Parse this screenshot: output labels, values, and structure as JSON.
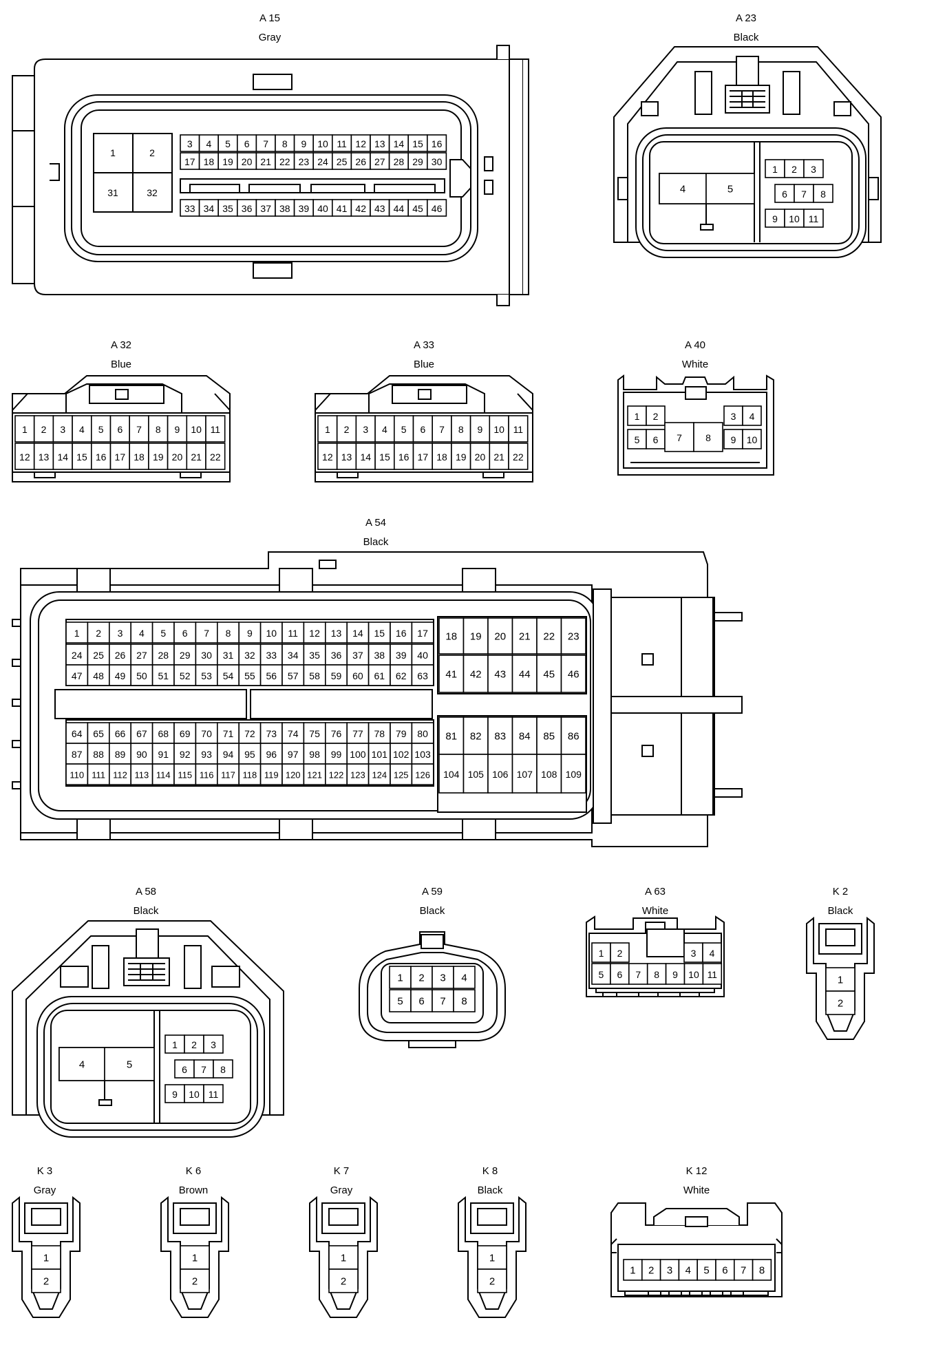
{
  "connectors": [
    {
      "id": "A 15",
      "color": "Gray"
    },
    {
      "id": "A 23",
      "color": "Black"
    },
    {
      "id": "A 32",
      "color": "Blue"
    },
    {
      "id": "A 33",
      "color": "Blue"
    },
    {
      "id": "A 40",
      "color": "White"
    },
    {
      "id": "A 54",
      "color": "Black"
    },
    {
      "id": "A 58",
      "color": "Black"
    },
    {
      "id": "A 59",
      "color": "Black"
    },
    {
      "id": "A 63",
      "color": "White"
    },
    {
      "id": "K 2",
      "color": "Black"
    },
    {
      "id": "K 3",
      "color": "Gray"
    },
    {
      "id": "K 6",
      "color": "Brown"
    },
    {
      "id": "K 7",
      "color": "Gray"
    },
    {
      "id": "K 8",
      "color": "Black"
    },
    {
      "id": "K 12",
      "color": "White"
    }
  ]
}
